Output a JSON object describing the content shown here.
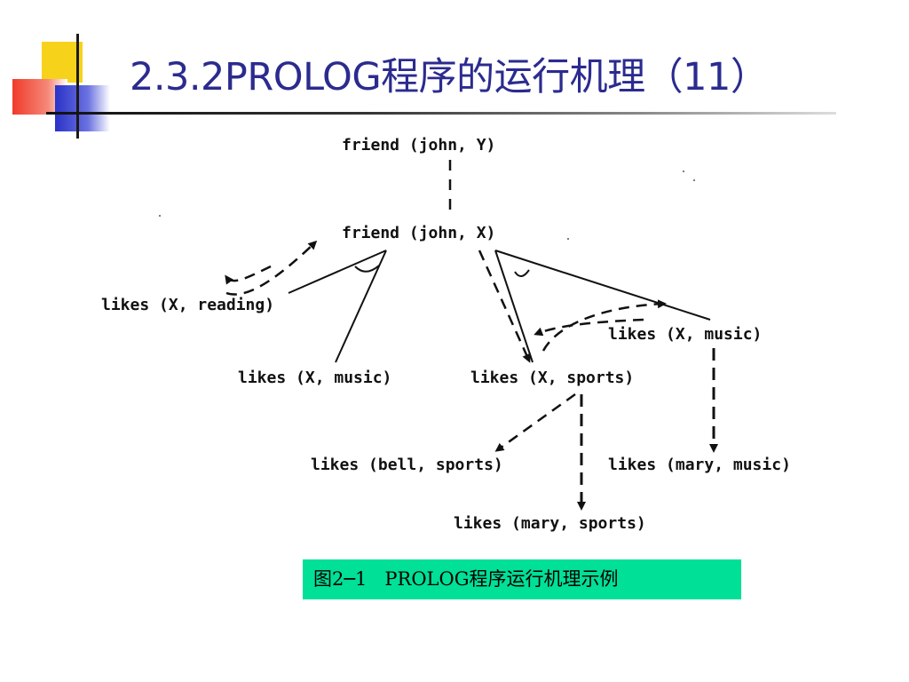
{
  "slide": {
    "title": "2.3.2PROLOG程序的运行机理（11）",
    "accent_colors": {
      "title_text": "#2b2b8f",
      "deco_yellow": "#f7d21a",
      "deco_red": "#f03a2a",
      "deco_blue": "#2a33c8",
      "caption_bg": "#00e096"
    }
  },
  "diagram": {
    "nodes": {
      "root": "friend (john, Y)",
      "friend_x": "friend (john, X)",
      "likes_reading": "likes (X, reading)",
      "likes_music_left": "likes (X, music)",
      "likes_sports": "likes (X, sports)",
      "likes_music_right": "likes (X, music)",
      "likes_bell_sports": "likes (bell, sports)",
      "likes_mary_music": "likes (mary, music)",
      "likes_mary_sports": "likes (mary, sports)"
    },
    "caption": "图2─1   PROLOG程序运行机理示例"
  }
}
